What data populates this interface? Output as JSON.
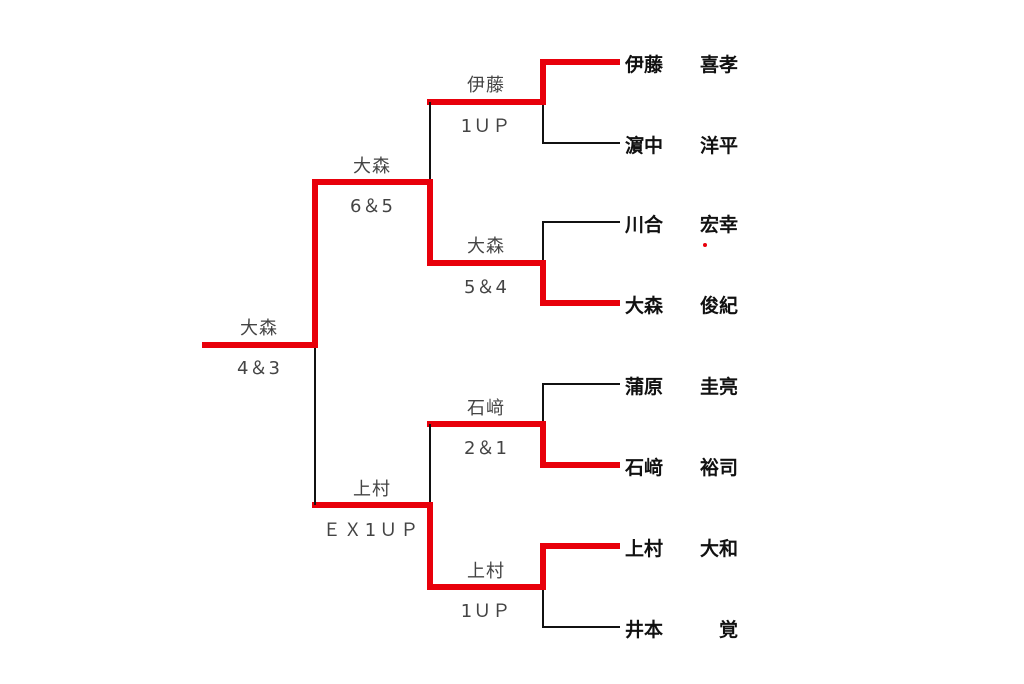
{
  "players": [
    {
      "surname": "伊藤",
      "given": "喜孝"
    },
    {
      "surname": "濵中",
      "given": "洋平"
    },
    {
      "surname": "川合",
      "given": "宏幸"
    },
    {
      "surname": "大森",
      "given": "俊紀"
    },
    {
      "surname": "蒲原",
      "given": "圭亮"
    },
    {
      "surname": "石﨑",
      "given": "裕司"
    },
    {
      "surname": "上村",
      "given": "大和"
    },
    {
      "surname": "井本",
      "given": "覚"
    }
  ],
  "round1": [
    {
      "winner": "伊藤",
      "score": "1ＵＰ"
    },
    {
      "winner": "大森",
      "score": "5＆4"
    },
    {
      "winner": "石﨑",
      "score": "2＆1"
    },
    {
      "winner": "上村",
      "score": "1ＵＰ"
    }
  ],
  "semifinal": [
    {
      "winner": "大森",
      "score": "6＆5"
    },
    {
      "winner": "上村",
      "score": "ＥＸ1ＵＰ"
    }
  ],
  "final": {
    "winner": "大森",
    "score": "4＆3"
  },
  "colors": {
    "winner_line": "#e8000b",
    "loser_line": "#111111"
  }
}
